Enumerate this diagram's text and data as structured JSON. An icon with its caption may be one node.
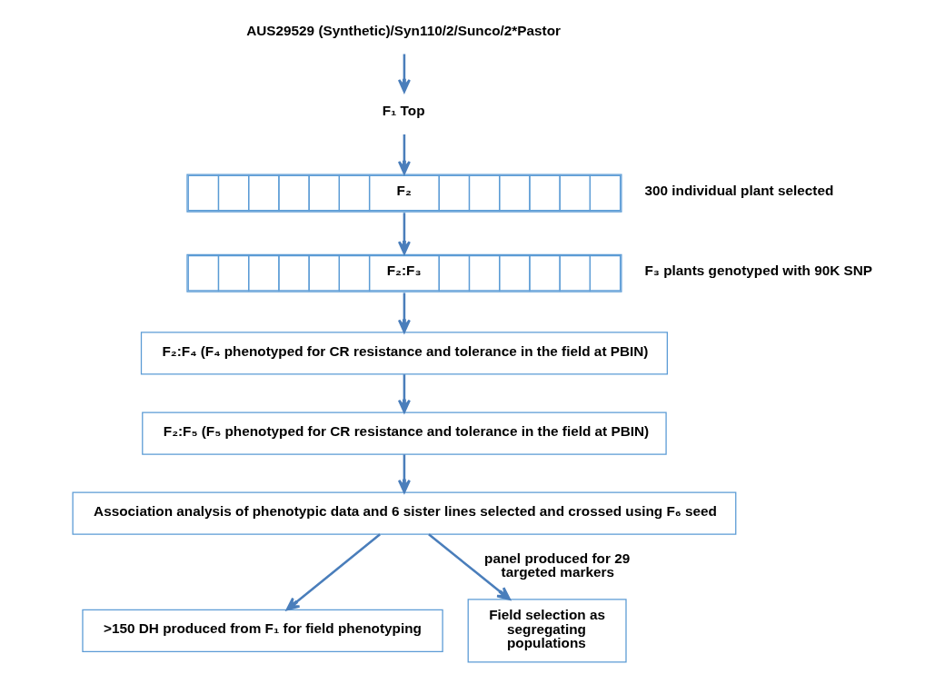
{
  "diagram": {
    "nodes": [
      {
        "text": [
          "AUS29529 (Synthetic)/Syn110/2/Sunco/2*Pastor"
        ]
      },
      {
        "text": [
          "F₁ Top"
        ]
      },
      {
        "text": [
          "F₂"
        ],
        "beside": [
          "300 individual plant selected"
        ]
      },
      {
        "text": [
          "F₂:F₃"
        ],
        "beside": [
          "F₃ plants genotyped with 90K SNP"
        ]
      },
      {
        "text": [
          "F₂:F₄ (F₄ phenotyped for CR resistance and tolerance in the field at PBIN)"
        ]
      },
      {
        "text": [
          "F₂:F₅ (F₅ phenotyped for CR resistance and tolerance in the field at PBIN)"
        ]
      },
      {
        "text": [
          "Association analysis of phenotypic data and 6 sister lines selected and crossed using F₆ seed"
        ]
      },
      {
        "text": [
          ">150 DH produced from F₁ for field phenotyping"
        ]
      },
      {
        "text": [
          "Field selection as segregating populations"
        ]
      }
    ],
    "edges": [
      {
        "from": 0,
        "to": 1,
        "arrow": "to"
      },
      {
        "from": 1,
        "to": 2,
        "arrow": "to"
      },
      {
        "from": 2,
        "to": 3,
        "arrow": "to"
      },
      {
        "from": 3,
        "to": 4,
        "arrow": "to"
      },
      {
        "from": 4,
        "to": 5,
        "arrow": "to"
      },
      {
        "from": 5,
        "to": 6,
        "arrow": "to"
      },
      {
        "from": 6,
        "to": 7,
        "arrow": "to"
      },
      {
        "from": 6,
        "to": 8,
        "arrow": "to",
        "label": "panel produced for 29 targeted markers"
      }
    ]
  }
}
